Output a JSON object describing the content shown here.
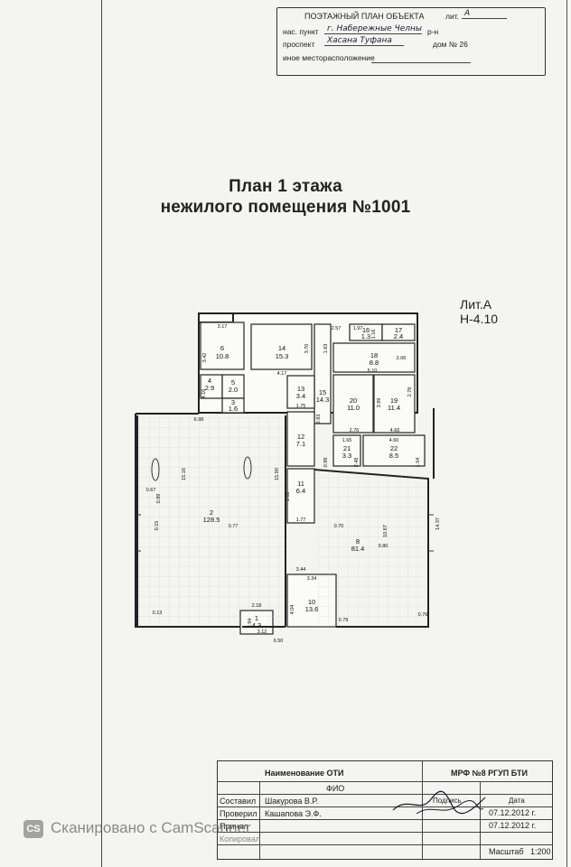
{
  "stamp": {
    "title": "ПОЭТАЖНЫЙ ПЛАН ОБЪЕКТА",
    "lit_label": "лит.",
    "lit_value": "А",
    "place_label": "нас. пункт",
    "place_value": "г. Набережные Челны",
    "district_label": "р-н",
    "street_label": "проспект",
    "street_value": "Хасана Туфана",
    "house_label": "дом № 26",
    "other_label": "иное месторасположение"
  },
  "title_line1": "План 1 этажа",
  "title_line2": "нежилого помещения №1001",
  "lit_a": "Лит.А",
  "height": "Н-4.10",
  "rooms": [
    {
      "num": "6",
      "area": "10.8"
    },
    {
      "num": "14",
      "area": "15.3"
    },
    {
      "num": "16",
      "area": "1.3"
    },
    {
      "num": "17",
      "area": "2.4"
    },
    {
      "num": "18",
      "area": "8.8"
    },
    {
      "num": "15",
      "area": "14.3"
    },
    {
      "num": "13",
      "area": "3.4"
    },
    {
      "num": "20",
      "area": "11.0"
    },
    {
      "num": "19",
      "area": "11.4"
    },
    {
      "num": "4",
      "area": "2.9"
    },
    {
      "num": "5",
      "area": "2.0"
    },
    {
      "num": "3",
      "area": "1.6"
    },
    {
      "num": "12",
      "area": "7.1"
    },
    {
      "num": "21",
      "area": "3.3"
    },
    {
      "num": "22",
      "area": "8.5"
    },
    {
      "num": "2",
      "area": "128.5"
    },
    {
      "num": "11",
      "area": "6.4"
    },
    {
      "num": "8",
      "area": "81.4"
    },
    {
      "num": "10",
      "area": "13.6"
    },
    {
      "num": "1",
      "area": "4.3"
    }
  ],
  "dims": {
    "d317": "3.17",
    "d342": "3.42",
    "d417": "4.17",
    "d257": "2.57",
    "d197": "1.97",
    "d116": "1.16",
    "d370": "3.70",
    "d163": "1.63",
    "d206": "2.06",
    "d510": "5.10",
    "d416": "4.16",
    "d698": "6.98",
    "d175": "1.75",
    "d983": "9.83",
    "d399": "3.99",
    "d278": "2.78",
    "d276": "2.76",
    "d466": "4.66",
    "d165": "1.65",
    "d460": "4.60",
    "d1516": "15.16",
    "d1590": "15.90",
    "d067": "0.67",
    "d089": "0.89",
    "d015": "0.15",
    "d1437": "14.37",
    "d1067": "10.67",
    "d980": "9.80",
    "d344": "3.44",
    "d334": "3.34",
    "d404": "4.04",
    "d013": "0.13",
    "d218": "2.18",
    "d294": "2.94",
    "d312": "3.12",
    "d650": "6.50",
    "d077": "0.77",
    "d070": "0.70",
    "d079": "0.79",
    "d076": "0.76",
    "d177": "1.77",
    "d161": "1.61",
    "d098": "0.98",
    "d248": "2.48",
    "d154": "1.54"
  },
  "table": {
    "org_header": "Наименование ОТИ",
    "org_value": "МРФ №8 РГУП БТИ",
    "fio_header": "ФИО",
    "sign_header": "Подпись",
    "date_header": "Дата",
    "role1": "Составил",
    "name1": "Шакурова В.Р.",
    "date1": "07.12.2012 г.",
    "role2": "Проверил",
    "name2": "Кашапова Э.Ф.",
    "date2": "07.12.2012 г.",
    "role3": "Принял",
    "role4": "Копировал",
    "scale_label": "Масштаб",
    "scale_value": "1:200"
  },
  "watermark": "Сканировано с CamScanner",
  "watermark_logo": "CS"
}
